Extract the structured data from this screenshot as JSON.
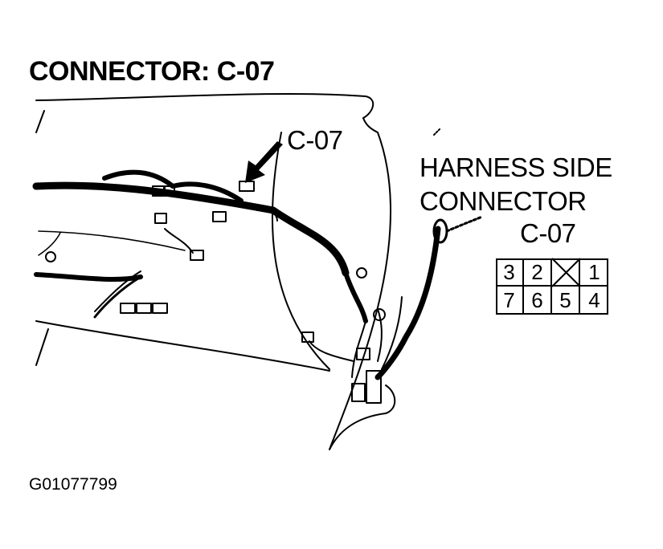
{
  "title": "CONNECTOR: C-07",
  "callout_label": "C-07",
  "harness": {
    "line1": "HARNESS SIDE",
    "line2": "CONNECTOR",
    "connector_id": "C-07"
  },
  "pins": {
    "row1": [
      "3",
      "2",
      "",
      "1"
    ],
    "row2": [
      "7",
      "6",
      "5",
      "4"
    ],
    "blank_pin_note": "position 3 of top row is crossed out (unused)"
  },
  "figure_code": "G01077799"
}
